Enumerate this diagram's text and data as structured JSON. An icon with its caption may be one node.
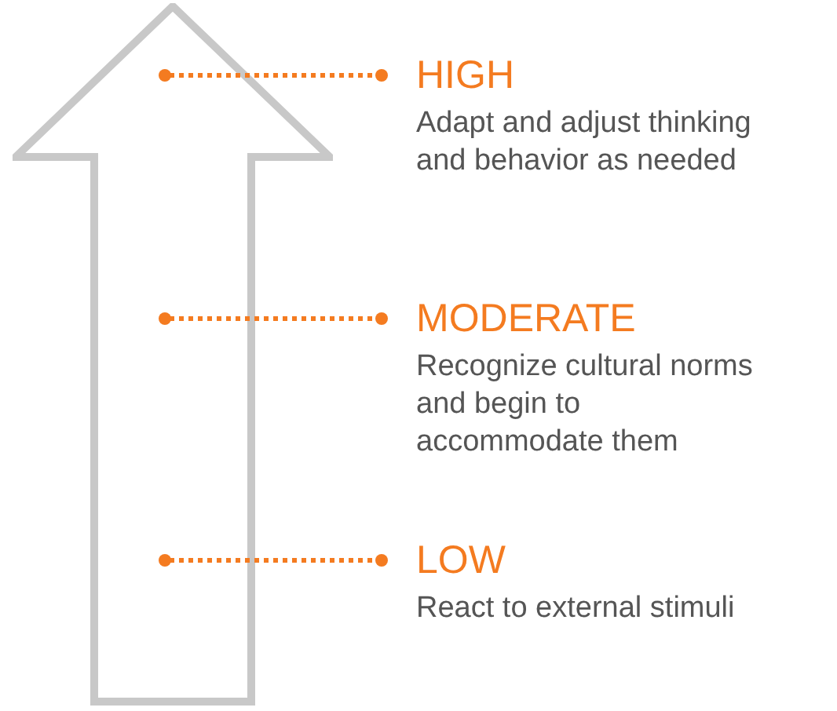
{
  "diagram": {
    "nodes": [
      {
        "text": [],
        "shape": "arrow"
      },
      {
        "text": [
          "HIGH",
          "Adapt and adjust thinking and behavior as needed"
        ]
      },
      {
        "text": [
          "MODERATE",
          "Recognize cultural norms and begin to accommodate them"
        ]
      },
      {
        "text": [
          "LOW",
          "React to external stimuli"
        ]
      }
    ],
    "edges": [
      {
        "from": 1,
        "to": 0,
        "arrow": "other",
        "style": "dashed"
      },
      {
        "from": 2,
        "to": 0,
        "arrow": "other",
        "style": "dashed"
      },
      {
        "from": 3,
        "to": 0,
        "arrow": "other",
        "style": "dashed"
      }
    ]
  }
}
